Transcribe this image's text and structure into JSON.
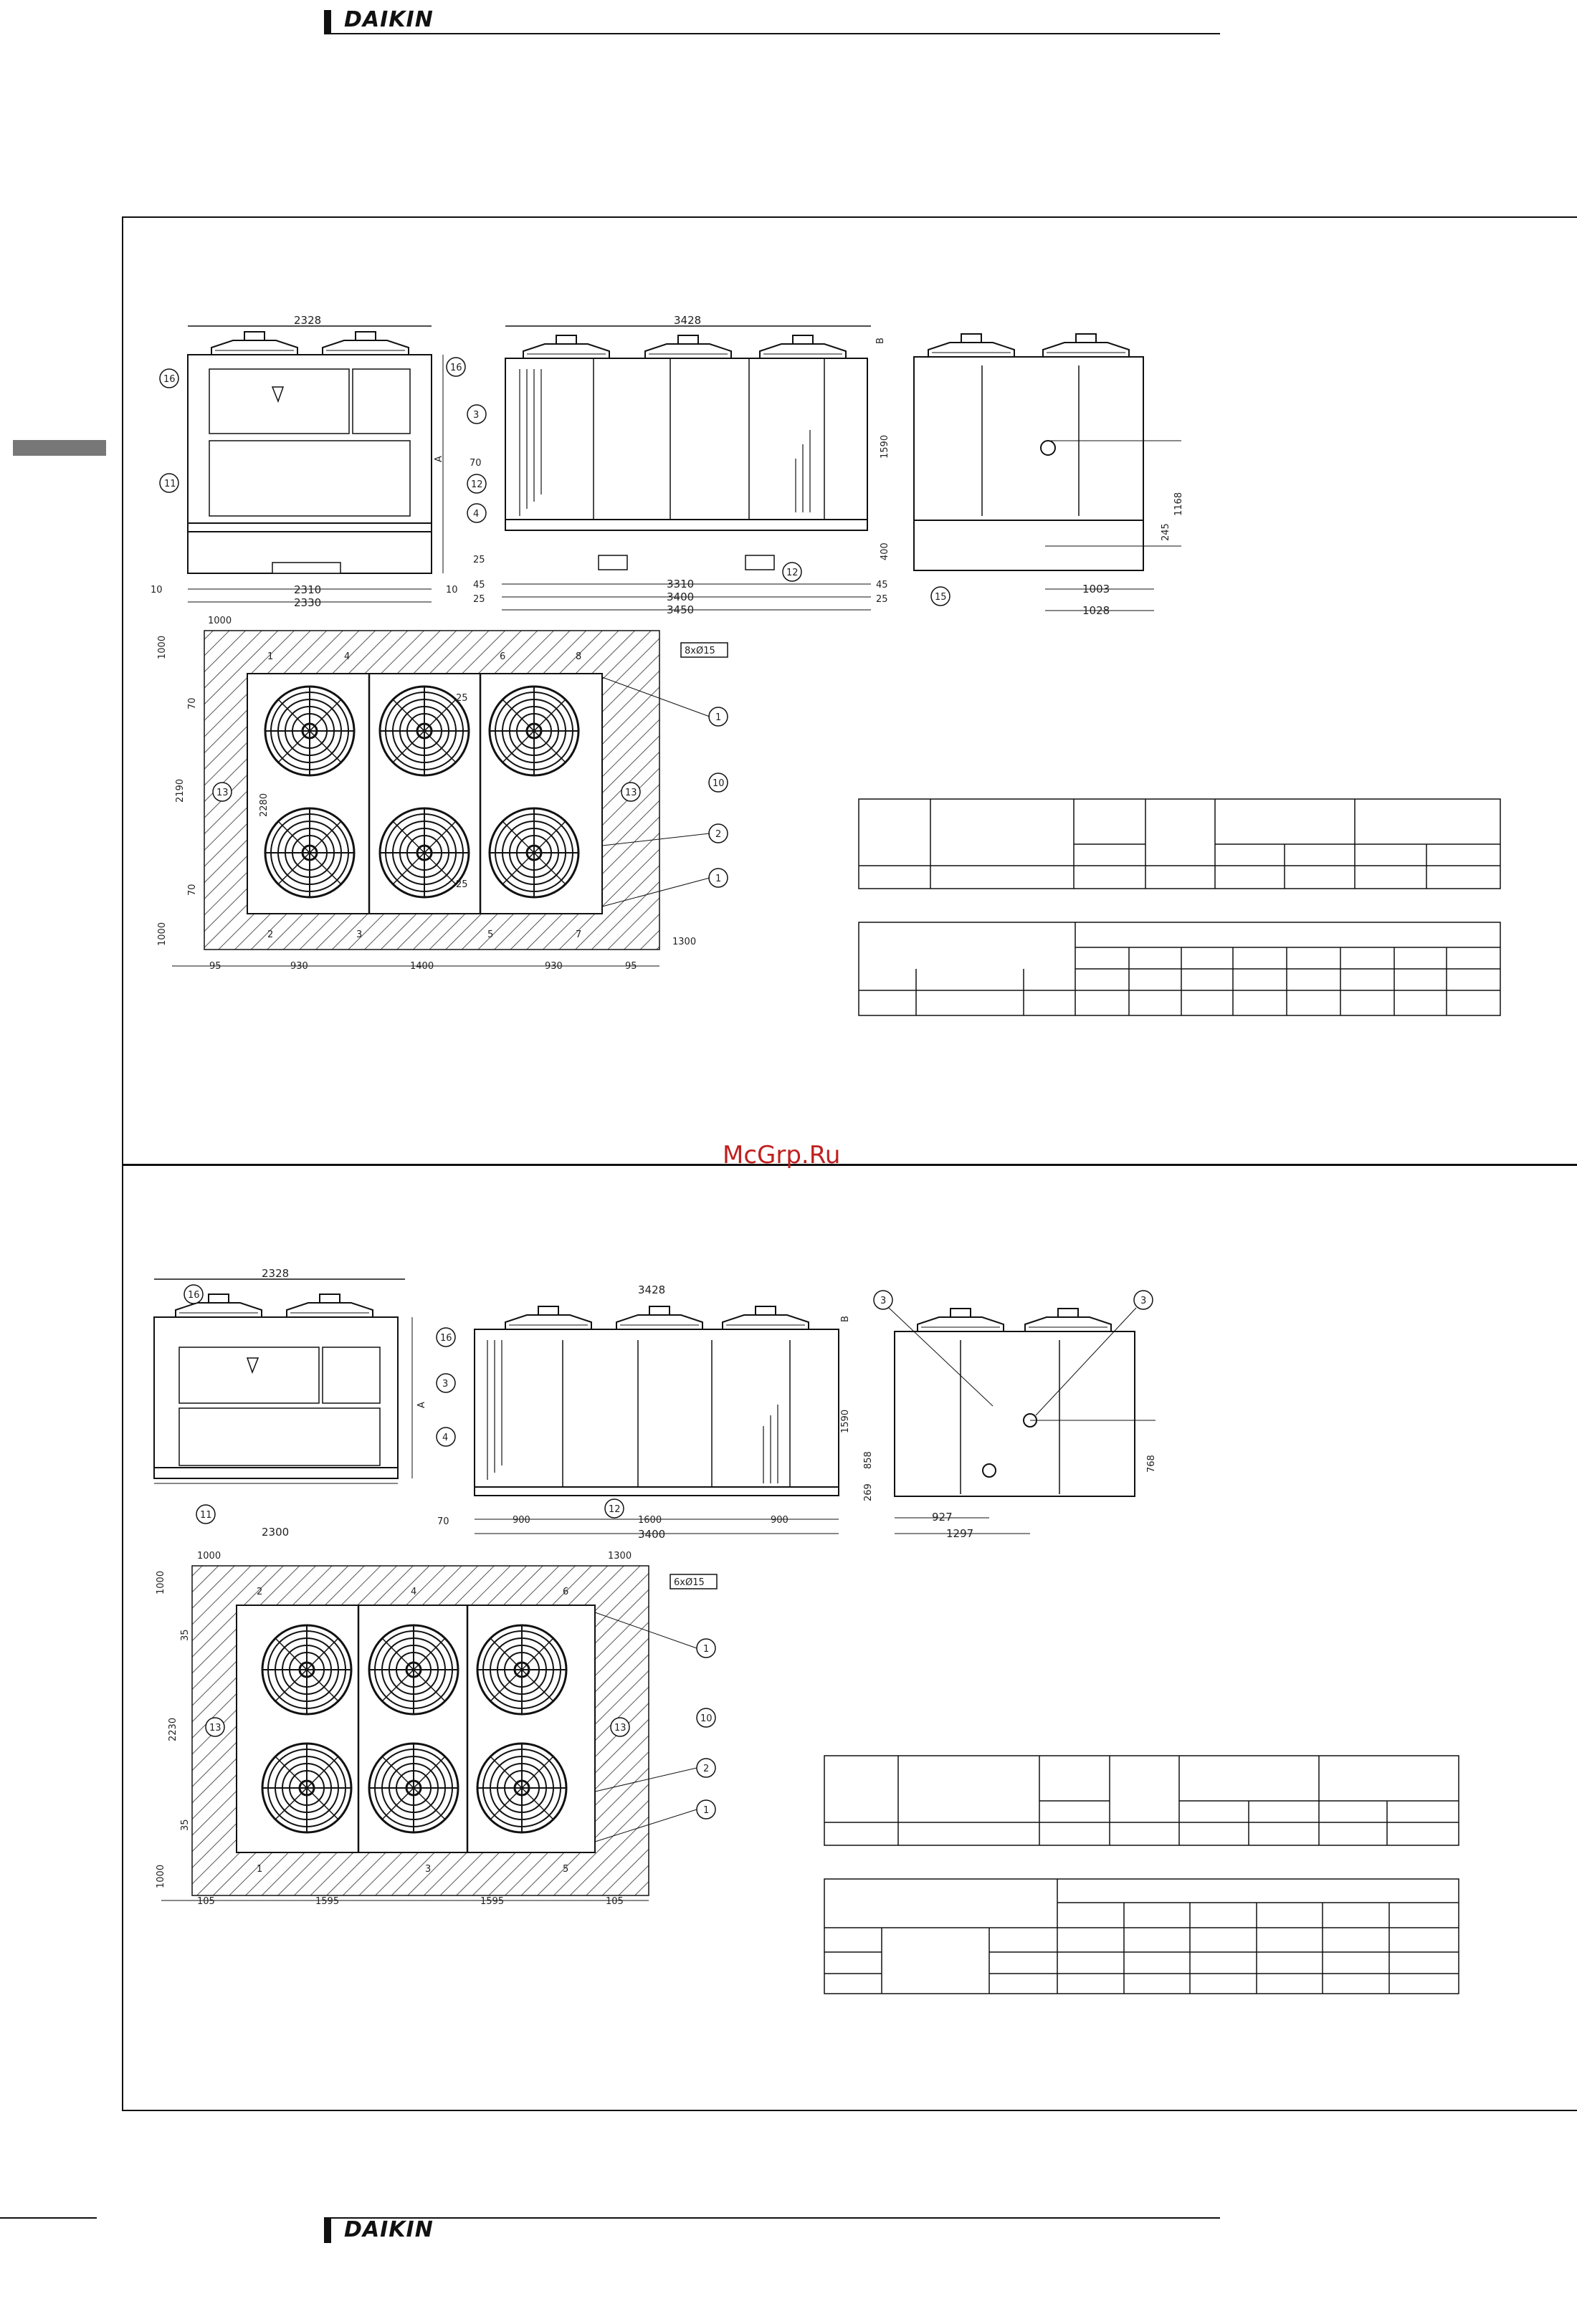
{
  "header": {
    "brand": "DAIKIN"
  },
  "footer": {
    "brand": "DAIKIN"
  },
  "watermark": "McGrp.Ru",
  "drawing1": {
    "side_width": "2328",
    "side_base": [
      "2310",
      "2330"
    ],
    "side_margins": [
      "10",
      "10"
    ],
    "front_width": "3428",
    "front_base": [
      "3310",
      "3400",
      "3450"
    ],
    "front_offsets": [
      "45",
      "25",
      "45",
      "25"
    ],
    "dim_vertical": [
      "1590",
      "70",
      "25",
      "400",
      "A",
      "B"
    ],
    "back_dims": [
      "1168",
      "245",
      "1003",
      "1028"
    ],
    "plan_margins": [
      "1000",
      "1000",
      "1300",
      "1000"
    ],
    "plan_heights": [
      "2190",
      "2280",
      "70",
      "70"
    ],
    "plan_bottom": [
      "95",
      "930",
      "1400",
      "930",
      "95"
    ],
    "holes": "8xØ15",
    "callouts": [
      "16",
      "16",
      "3",
      "11",
      "12",
      "4",
      "12",
      "15",
      "13",
      "13",
      "1",
      "10",
      "2",
      "1"
    ],
    "feet_labels": [
      "1",
      "4",
      "6",
      "8",
      "2",
      "3",
      "5",
      "7"
    ],
    "marker_25": [
      "25",
      "25"
    ]
  },
  "drawing2": {
    "side_width": "2328",
    "side_base": "2300",
    "front_width": "3428",
    "front_base": [
      "900",
      "1600",
      "900",
      "3400"
    ],
    "front_left": "70",
    "dim_vertical": [
      "1590",
      "858",
      "269",
      "A",
      "B"
    ],
    "back_dims": [
      "768",
      "927",
      "1297"
    ],
    "plan_margins": [
      "1000",
      "1300",
      "1000",
      "1000"
    ],
    "plan_heights": [
      "2230",
      "35",
      "35"
    ],
    "plan_bottom": [
      "105",
      "1595",
      "1595",
      "105"
    ],
    "holes": "6xØ15",
    "callouts": [
      "16",
      "16",
      "3",
      "4",
      "11",
      "12",
      "3",
      "3",
      "13",
      "13",
      "1",
      "10",
      "2",
      "1"
    ],
    "feet_labels": [
      "2",
      "4",
      "6",
      "1",
      "3",
      "5"
    ]
  }
}
